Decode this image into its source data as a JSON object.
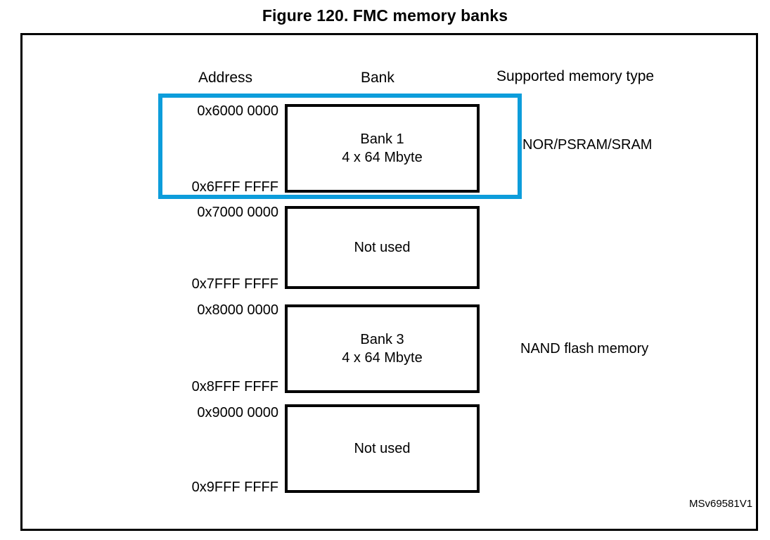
{
  "figure": {
    "title": "Figure 120. FMC memory banks",
    "id_watermark": "MSv69581V1",
    "frame_color": "#000000",
    "highlight_color": "#0d9ddb"
  },
  "columns": {
    "address": "Address",
    "bank": "Bank",
    "memory_type": "Supported memory type"
  },
  "banks": [
    {
      "start_address": "0x6000 0000",
      "end_address": "0x6FFF FFFF",
      "title": "Bank 1",
      "size": "4 x 64 Mbyte",
      "highlighted": true
    },
    {
      "start_address": "0x7000 0000",
      "end_address": "0x7FFF FFFF",
      "title": "Not used",
      "size": "",
      "highlighted": false
    },
    {
      "start_address": "0x8000 0000",
      "end_address": "0x8FFF FFFF",
      "title": "Bank 3",
      "size": "4 x 64 Mbyte",
      "highlighted": false
    },
    {
      "start_address": "0x9000 0000",
      "end_address": "0x9FFF FFFF",
      "title": "Not used",
      "size": "",
      "highlighted": false
    }
  ],
  "memory_types": [
    {
      "label": "NOR/PSRAM/SRAM"
    },
    {
      "label": "NAND flash memory"
    }
  ]
}
